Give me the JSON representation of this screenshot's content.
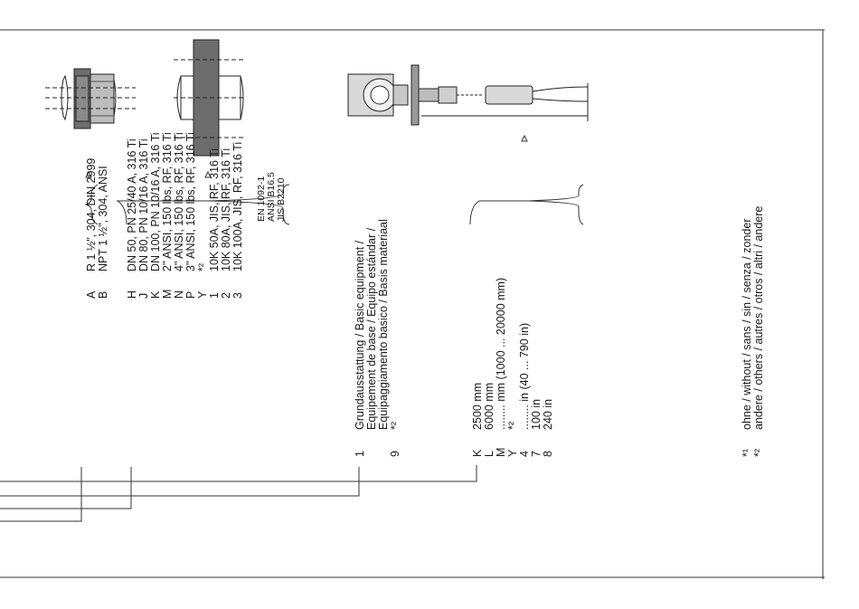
{
  "groups": {
    "connection": [
      {
        "code": "A",
        "text": "R 1 ½\",   304,  DIN 2999"
      },
      {
        "code": "B",
        "text": "NPT 1 ½\", 304,  ANSI"
      }
    ],
    "flange": [
      {
        "code": "H",
        "text": "DN 50,    PN 25/40 A,  316 Ti"
      },
      {
        "code": "J",
        "text": "DN 80,    PN 10/16 A,  316 Ti"
      },
      {
        "code": "K",
        "text": "DN 100,  PN 10/16 A,  316 Ti"
      },
      {
        "code": "M",
        "text": "2\" ANSI, 150 lbs,  RF,  316 Ti"
      },
      {
        "code": "N",
        "text": "4\" ANSI, 150 lbs,  RF,  316 Ti"
      },
      {
        "code": "P",
        "text": "3\" ANSI, 150 lbs,  RF,  316 Ti"
      },
      {
        "code": "Y",
        "text": "*²"
      },
      {
        "code": "1",
        "text": "10K 50A,  JIS,      RF,  316 Ti"
      },
      {
        "code": "2",
        "text": "10K 80A,  JIS,      RF,  316 Ti"
      },
      {
        "code": "3",
        "text": "10K 100A, JIS,     RF,  316 Ti"
      }
    ],
    "equipment": [
      {
        "code": "1",
        "text": "Grundausstattung / Basic equipment /"
      },
      {
        "code": "",
        "text": "Equipement de base / Equipo estándar /"
      },
      {
        "code": "",
        "text": "Equipaggiamento basico / Basis materiaal"
      },
      {
        "code": "9",
        "text": "*²"
      }
    ],
    "length": [
      {
        "code": "K",
        "text": "2500 mm"
      },
      {
        "code": "L",
        "text": "6000 mm"
      },
      {
        "code": "M",
        "text": "........ mm (1000 ... 20000 mm)"
      },
      {
        "code": "Y",
        "text": "*²"
      },
      {
        "code": "4",
        "text": "........ in      (40 ... 790 in)"
      },
      {
        "code": "7",
        "text": "100 in"
      },
      {
        "code": "8",
        "text": "240 in"
      }
    ]
  },
  "standards": [
    "EN 1092-1",
    "ANSI B16.5",
    "JIS B2210"
  ],
  "footnotes": [
    {
      "mark": "*¹",
      "text": "ohne / without / sans / sin / senza / zonder"
    },
    {
      "mark": "*²",
      "text": "andere / others / autres / otros / altri / andere"
    }
  ]
}
